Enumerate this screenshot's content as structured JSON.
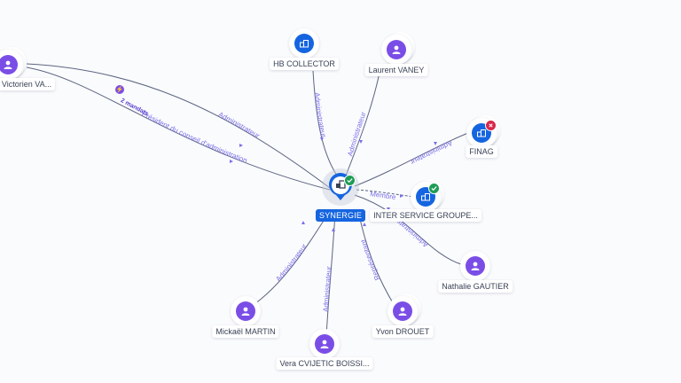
{
  "center": {
    "label": "SYNERGIE",
    "status": "active",
    "icon": "company-icon"
  },
  "nodes": [
    {
      "id": "victorien",
      "label": "Victorien VA...",
      "type": "person",
      "icon": "person-icon"
    },
    {
      "id": "hbcollector",
      "label": "HB COLLECTOR",
      "type": "company",
      "icon": "company-icon"
    },
    {
      "id": "laurent",
      "label": "Laurent VANEY",
      "type": "person",
      "icon": "person-icon"
    },
    {
      "id": "finag",
      "label": "FINAG",
      "type": "company",
      "icon": "company-icon",
      "status": "closed"
    },
    {
      "id": "interservice",
      "label": "INTER SERVICE GROUPE...",
      "type": "company",
      "icon": "company-icon",
      "status": "active"
    },
    {
      "id": "nathalie",
      "label": "Nathalie GAUTIER",
      "type": "person",
      "icon": "person-icon"
    },
    {
      "id": "yvon",
      "label": "Yvon DROUET",
      "type": "person",
      "icon": "person-icon"
    },
    {
      "id": "vera",
      "label": "Vera CVIJETIC BOISSI...",
      "type": "person",
      "icon": "person-icon"
    },
    {
      "id": "mickael",
      "label": "Mickaël MARTIN",
      "type": "person",
      "icon": "person-icon"
    }
  ],
  "edges": [
    {
      "from": "victorien",
      "label": "Administrateur"
    },
    {
      "from": "victorien",
      "label": "Président du conseil d'administration"
    },
    {
      "from": "hbcollector",
      "label": "Administrateur"
    },
    {
      "from": "laurent",
      "label": "Administrateur"
    },
    {
      "from": "finag",
      "label": "Administrateur"
    },
    {
      "from": "interservice",
      "label": "Membre"
    },
    {
      "from": "nathalie",
      "label": "Administrateur"
    },
    {
      "from": "yvon",
      "label": "Représentant"
    },
    {
      "from": "vera",
      "label": "Administrateur"
    },
    {
      "from": "mickael",
      "label": "Administrateur"
    }
  ],
  "mandates": {
    "count_label": "2 mandats",
    "icon_glyph": "⚡"
  },
  "colors": {
    "person": "#7a4ee6",
    "company": "#1565e0",
    "edge": "#5c6581",
    "edge_label": "#7b6fe8",
    "status_ok": "#1f9d55",
    "status_closed": "#d9264a"
  }
}
